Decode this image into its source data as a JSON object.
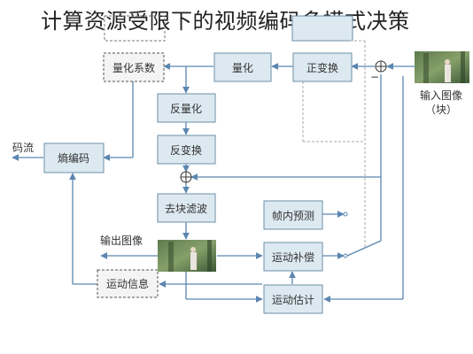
{
  "title": "计算资源受限下的视频编码多模式决策",
  "blocks": {
    "quant_coeff": "量化系数",
    "quantize": "量化",
    "transform": "正变换",
    "inv_quant": "反量化",
    "inv_transform": "反变换",
    "entropy": "熵编码",
    "deblock": "去块滤波",
    "intra_pred": "帧内预测",
    "motion_comp": "运动补偿",
    "motion_info": "运动信息",
    "motion_est": "运动估计"
  },
  "labels": {
    "bitstream": "码流",
    "input_image": "输入图像",
    "input_block": "（块）",
    "output_image": "输出图像",
    "minus": "−"
  },
  "colors": {
    "box_fill": "#dde9f1",
    "box_stroke": "#6b8fa8",
    "line": "#5b86b0",
    "dashed": "#999999"
  }
}
